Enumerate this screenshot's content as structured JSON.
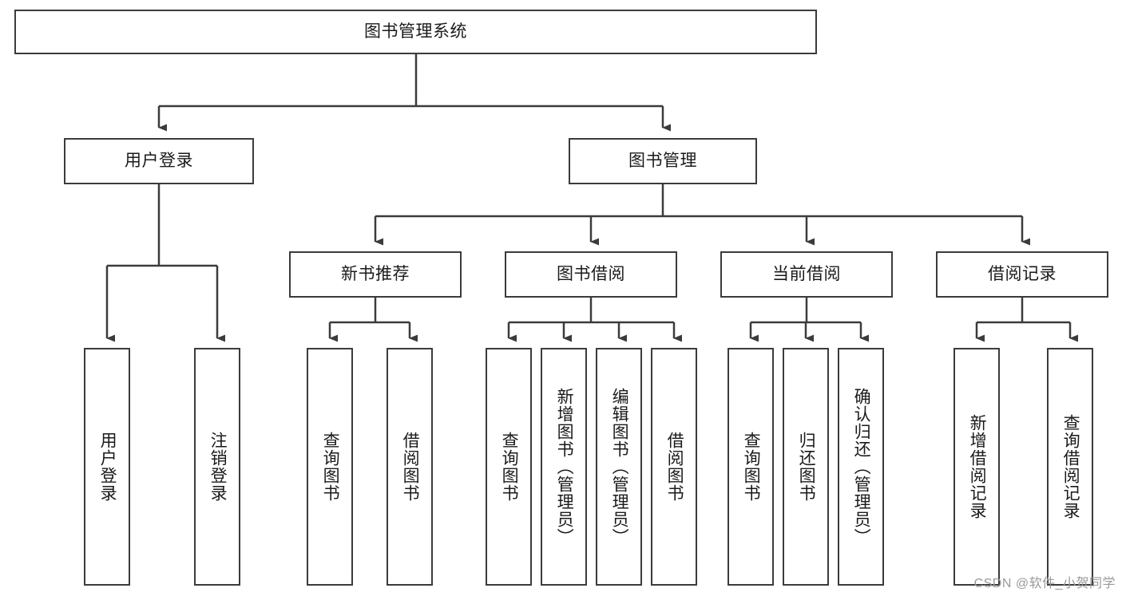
{
  "diagram": {
    "type": "tree",
    "title": "图书管理系统",
    "root": {
      "id": "root",
      "label": "图书管理系统",
      "orientation": "horizontal"
    },
    "level2": [
      {
        "id": "user-login",
        "label": "用户登录",
        "orientation": "horizontal"
      },
      {
        "id": "book-management",
        "label": "图书管理",
        "orientation": "horizontal"
      }
    ],
    "level3": [
      {
        "id": "new-book-recommend",
        "label": "新书推荐",
        "orientation": "horizontal",
        "parent": "book-management"
      },
      {
        "id": "book-borrow",
        "label": "图书借阅",
        "orientation": "horizontal",
        "parent": "book-management"
      },
      {
        "id": "current-borrow",
        "label": "当前借阅",
        "orientation": "horizontal",
        "parent": "book-management"
      },
      {
        "id": "borrow-record",
        "label": "借阅记录",
        "orientation": "horizontal",
        "parent": "book-management"
      }
    ],
    "leaves": [
      {
        "id": "leaf-user-login",
        "label": "用户登录",
        "parent": "user-login"
      },
      {
        "id": "leaf-user-logout",
        "label": "注销登录",
        "parent": "user-login"
      },
      {
        "id": "leaf-query-book-rec",
        "label": "查询图书",
        "parent": "new-book-recommend"
      },
      {
        "id": "leaf-borrow-book-rec",
        "label": "借阅图书",
        "parent": "new-book-recommend"
      },
      {
        "id": "leaf-query-book-borrow",
        "label": "查询图书",
        "parent": "book-borrow"
      },
      {
        "id": "leaf-add-book",
        "label": "新增图书（管理员）",
        "parent": "book-borrow"
      },
      {
        "id": "leaf-edit-book",
        "label": "编辑图书（管理员）",
        "parent": "book-borrow"
      },
      {
        "id": "leaf-borrow-book",
        "label": "借阅图书",
        "parent": "book-borrow"
      },
      {
        "id": "leaf-query-book-current",
        "label": "查询图书",
        "parent": "current-borrow"
      },
      {
        "id": "leaf-return-book",
        "label": "归还图书",
        "parent": "current-borrow"
      },
      {
        "id": "leaf-confirm-return",
        "label": "确认归还（管理员）",
        "parent": "current-borrow"
      },
      {
        "id": "leaf-add-record",
        "label": "新增借阅记录",
        "parent": "borrow-record"
      },
      {
        "id": "leaf-query-record",
        "label": "查询借阅记录",
        "parent": "borrow-record"
      }
    ],
    "watermark": "CSDN @软件_小贺同学",
    "colors": {
      "stroke": "#3b3b3b",
      "background": "#ffffff",
      "text": "#1a1a1a",
      "watermark": "#9a9a9a"
    }
  }
}
